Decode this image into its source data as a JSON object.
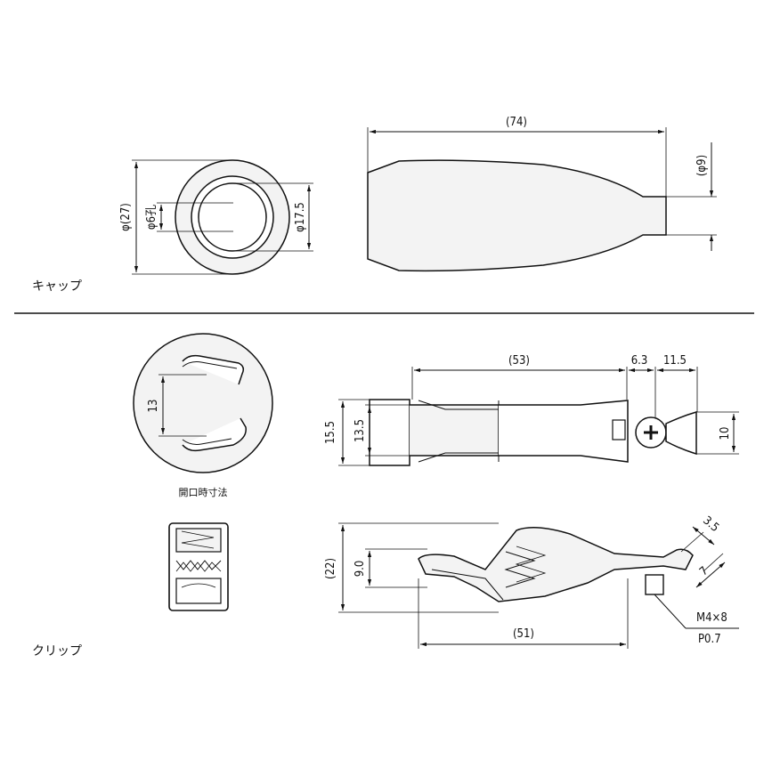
{
  "cap": {
    "title": "キャップ",
    "dims": {
      "overall_length": "(74)",
      "tip_dia": "(φ9)",
      "outer_dia": "φ(27)",
      "hole_dia": "φ6孔",
      "inner_dia": "φ17.5"
    }
  },
  "clip": {
    "title": "クリップ",
    "opening_caption": "開口時寸法",
    "dims": {
      "opening": "13",
      "body_length": "(53)",
      "d63": "6.3",
      "d115": "11.5",
      "h155": "15.5",
      "h135": "13.5",
      "w10": "10",
      "h22": "(22)",
      "h90": "9.0",
      "len51": "(51)",
      "d35": "3.5",
      "d7": "7",
      "screw": "M4×8",
      "pitch": "P0.7"
    }
  }
}
